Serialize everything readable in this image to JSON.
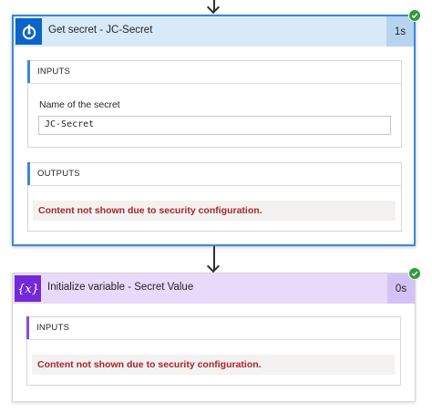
{
  "flow": {
    "step1": {
      "title": "Get secret - JC-Secret",
      "duration": "1s",
      "icon": "key-vault-icon",
      "inputs": {
        "section_label": "INPUTS",
        "field_label": "Name of the secret",
        "field_value": "JC-Secret"
      },
      "outputs": {
        "section_label": "OUTPUTS",
        "message": "Content not shown due to security configuration."
      }
    },
    "step2": {
      "title": "Initialize variable - Secret Value",
      "duration": "0s",
      "icon": "variable-icon",
      "inputs": {
        "section_label": "INPUTS",
        "message": "Content not shown due to security configuration."
      }
    }
  },
  "colors": {
    "step1_accent": "#0c64c8",
    "step2_accent": "#7428d8",
    "success": "#2e9c3a",
    "secure_text": "#a4262c"
  }
}
